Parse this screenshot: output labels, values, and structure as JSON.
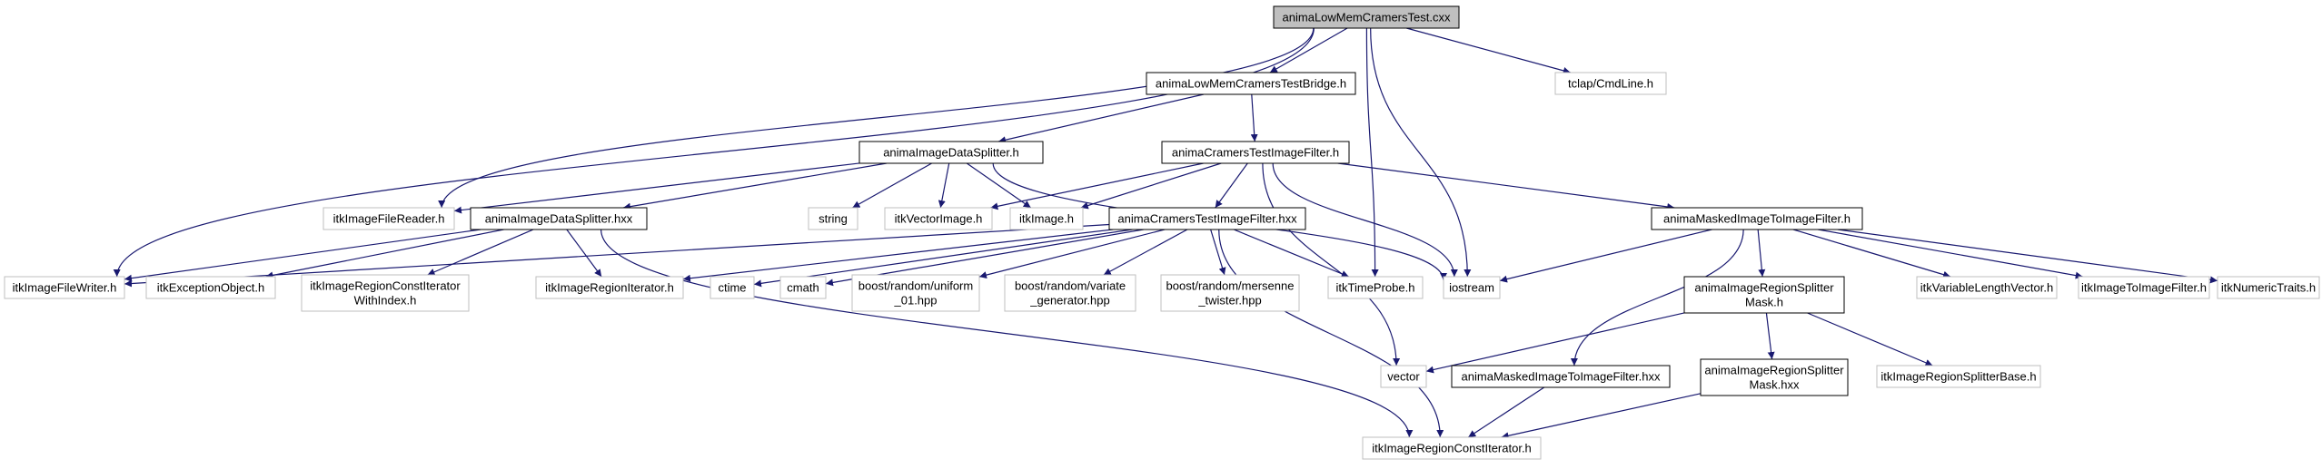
{
  "colors": {
    "edge": "#191970",
    "root_fill": "#bfbfbf",
    "box_stroke": "#000000",
    "ext_stroke": "#bfbfbf",
    "text": "#000000",
    "background": "#ffffff"
  },
  "nodes": [
    {
      "id": "root",
      "kind": "root",
      "lines": [
        "animaLowMemCramersTest.cxx"
      ]
    },
    {
      "id": "bridge",
      "kind": "box",
      "lines": [
        "animaLowMemCramersTestBridge.h"
      ]
    },
    {
      "id": "tclap",
      "kind": "ext",
      "lines": [
        "tclap/CmdLine.h"
      ]
    },
    {
      "id": "dsplit_h",
      "kind": "box",
      "lines": [
        "animaImageDataSplitter.h"
      ]
    },
    {
      "id": "ctif_h",
      "kind": "box",
      "lines": [
        "animaCramersTestImageFilter.h"
      ]
    },
    {
      "id": "reader",
      "kind": "ext",
      "lines": [
        "itkImageFileReader.h"
      ]
    },
    {
      "id": "dsplit_hxx",
      "kind": "box",
      "lines": [
        "animaImageDataSplitter.hxx"
      ]
    },
    {
      "id": "string",
      "kind": "ext",
      "lines": [
        "string"
      ]
    },
    {
      "id": "vecimg",
      "kind": "ext",
      "lines": [
        "itkVectorImage.h"
      ]
    },
    {
      "id": "itkimage",
      "kind": "ext",
      "lines": [
        "itkImage.h"
      ]
    },
    {
      "id": "ctif_hxx",
      "kind": "box",
      "lines": [
        "animaCramersTestImageFilter.hxx"
      ]
    },
    {
      "id": "mitif_h",
      "kind": "box",
      "lines": [
        "animaMaskedImageToImageFilter.h"
      ]
    },
    {
      "id": "writer",
      "kind": "ext",
      "lines": [
        "itkImageFileWriter.h"
      ]
    },
    {
      "id": "exc",
      "kind": "ext",
      "lines": [
        "itkExceptionObject.h"
      ]
    },
    {
      "id": "rci_idx",
      "kind": "ext",
      "lines": [
        "itkImageRegionConstIterator",
        "WithIndex.h"
      ]
    },
    {
      "id": "rit",
      "kind": "ext",
      "lines": [
        "itkImageRegionIterator.h"
      ]
    },
    {
      "id": "ctime",
      "kind": "ext",
      "lines": [
        "ctime"
      ]
    },
    {
      "id": "cmath",
      "kind": "ext",
      "lines": [
        "cmath"
      ]
    },
    {
      "id": "uniform",
      "kind": "ext",
      "lines": [
        "boost/random/uniform",
        "_01.hpp"
      ]
    },
    {
      "id": "variate",
      "kind": "ext",
      "lines": [
        "boost/random/variate",
        "_generator.hpp"
      ]
    },
    {
      "id": "mersenne",
      "kind": "ext",
      "lines": [
        "boost/random/mersenne",
        "_twister.hpp"
      ]
    },
    {
      "id": "timeprobe",
      "kind": "ext",
      "lines": [
        "itkTimeProbe.h"
      ]
    },
    {
      "id": "iostream",
      "kind": "ext",
      "lines": [
        "iostream"
      ]
    },
    {
      "id": "rsm_h",
      "kind": "box",
      "lines": [
        "animaImageRegionSplitter",
        "Mask.h"
      ]
    },
    {
      "id": "varlen",
      "kind": "ext",
      "lines": [
        "itkVariableLengthVector.h"
      ]
    },
    {
      "id": "itif",
      "kind": "ext",
      "lines": [
        "itkImageToImageFilter.h"
      ]
    },
    {
      "id": "numtraits",
      "kind": "ext",
      "lines": [
        "itkNumericTraits.h"
      ]
    },
    {
      "id": "vector",
      "kind": "ext",
      "lines": [
        "vector"
      ]
    },
    {
      "id": "mitif_hxx",
      "kind": "box",
      "lines": [
        "animaMaskedImageToImageFilter.hxx"
      ]
    },
    {
      "id": "rsm_hxx",
      "kind": "box",
      "lines": [
        "animaImageRegionSplitter",
        "Mask.hxx"
      ]
    },
    {
      "id": "rsbase",
      "kind": "ext",
      "lines": [
        "itkImageRegionSplitterBase.h"
      ]
    },
    {
      "id": "rci",
      "kind": "ext",
      "lines": [
        "itkImageRegionConstIterator.h"
      ]
    }
  ],
  "edges": [
    [
      "root",
      "bridge"
    ],
    [
      "root",
      "tclap"
    ],
    [
      "root",
      "reader"
    ],
    [
      "root",
      "writer"
    ],
    [
      "root",
      "timeprobe"
    ],
    [
      "root",
      "iostream"
    ],
    [
      "bridge",
      "dsplit_h"
    ],
    [
      "bridge",
      "ctif_h"
    ],
    [
      "dsplit_h",
      "reader"
    ],
    [
      "dsplit_h",
      "dsplit_hxx"
    ],
    [
      "dsplit_h",
      "string"
    ],
    [
      "dsplit_h",
      "vecimg"
    ],
    [
      "dsplit_h",
      "itkimage"
    ],
    [
      "dsplit_h",
      "iostream"
    ],
    [
      "ctif_h",
      "vecimg"
    ],
    [
      "ctif_h",
      "itkimage"
    ],
    [
      "ctif_h",
      "ctif_hxx"
    ],
    [
      "ctif_h",
      "mitif_h"
    ],
    [
      "ctif_h",
      "iostream"
    ],
    [
      "ctif_h",
      "vector"
    ],
    [
      "dsplit_hxx",
      "writer"
    ],
    [
      "dsplit_hxx",
      "exc"
    ],
    [
      "dsplit_hxx",
      "rci_idx"
    ],
    [
      "dsplit_hxx",
      "rit"
    ],
    [
      "dsplit_hxx",
      "rci"
    ],
    [
      "ctif_hxx",
      "writer"
    ],
    [
      "ctif_hxx",
      "rit"
    ],
    [
      "ctif_hxx",
      "ctime"
    ],
    [
      "ctif_hxx",
      "cmath"
    ],
    [
      "ctif_hxx",
      "uniform"
    ],
    [
      "ctif_hxx",
      "variate"
    ],
    [
      "ctif_hxx",
      "mersenne"
    ],
    [
      "ctif_hxx",
      "timeprobe"
    ],
    [
      "ctif_hxx",
      "rci"
    ],
    [
      "mitif_h",
      "iostream"
    ],
    [
      "mitif_h",
      "rsm_h"
    ],
    [
      "mitif_h",
      "varlen"
    ],
    [
      "mitif_h",
      "itif"
    ],
    [
      "mitif_h",
      "numtraits"
    ],
    [
      "mitif_h",
      "mitif_hxx"
    ],
    [
      "rsm_h",
      "vector"
    ],
    [
      "rsm_h",
      "rsm_hxx"
    ],
    [
      "rsm_h",
      "rsbase"
    ],
    [
      "mitif_hxx",
      "rci"
    ],
    [
      "rsm_hxx",
      "rci"
    ]
  ]
}
